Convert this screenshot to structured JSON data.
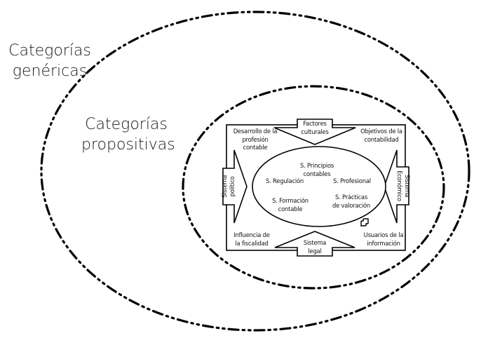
{
  "diagram": {
    "outer_category": {
      "line1": "Categorías",
      "line2": "genéricas"
    },
    "inner_category": {
      "line1": "Categorías",
      "line2": "propositivas"
    },
    "corners": {
      "top_left": {
        "line1": "Desarrollo de la",
        "line2": "profesión",
        "line3": "contable"
      },
      "top_right": {
        "line1": "Objetivos de la",
        "line2": "contabilidad"
      },
      "bottom_left": {
        "line1": "Influencia de",
        "line2": "la fiscalidad"
      },
      "bottom_right": {
        "line1": "Usuarios de la",
        "line2": "información"
      }
    },
    "arrows": {
      "top": {
        "line1": "Factores",
        "line2": "culturales"
      },
      "bottom": {
        "line1": "Sistema",
        "line2": "legal"
      },
      "left": {
        "line1": "Sistema",
        "line2": "político"
      },
      "right": {
        "line1": "Sistema",
        "line2": "Económico"
      }
    },
    "center_items": {
      "principios": {
        "line1": "S. Principios",
        "line2": "contables"
      },
      "regulacion": {
        "line1": "S.  Regulación"
      },
      "profesional": {
        "line1": "S.  Profesional"
      },
      "formacion": {
        "line1": "S.  Formación",
        "line2": "contable"
      },
      "practicas": {
        "line1": "S.  Prácticas",
        "line2": "de valoración"
      }
    },
    "icons": {
      "corner_icon": "expand-icon"
    },
    "colors": {
      "line": "#000000",
      "background": "#ffffff",
      "text": "#111111"
    }
  }
}
